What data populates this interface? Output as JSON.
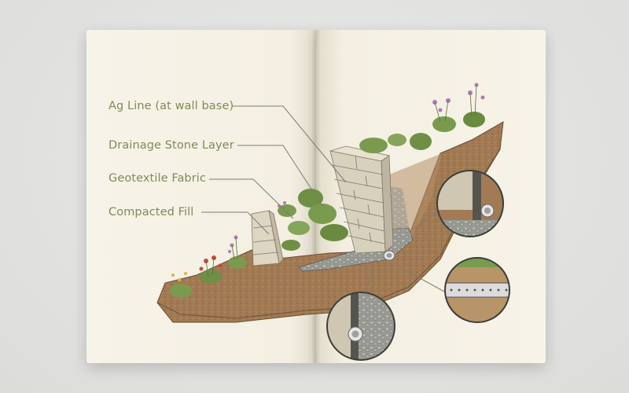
{
  "labels": [
    {
      "id": "ag-line",
      "text": "Ag Line (at wall base)"
    },
    {
      "id": "drainage-stone",
      "text": "Drainage Stone Layer"
    },
    {
      "id": "geotextile",
      "text": "Geotextile Fabric"
    },
    {
      "id": "compacted-fill",
      "text": "Compacted Fill"
    }
  ],
  "colors": {
    "label_text": "#7b8c57",
    "leader_line": "#7d7d6a",
    "page": "#f6f2e6",
    "soil": "#9a7350",
    "stone_block": "#d8d1bd",
    "foliage": "#6f8f45",
    "gravel": "#8c8c86"
  },
  "icons": [
    "retaining-wall-cross-section",
    "perforated-pipe",
    "zoom-detail-circle"
  ]
}
